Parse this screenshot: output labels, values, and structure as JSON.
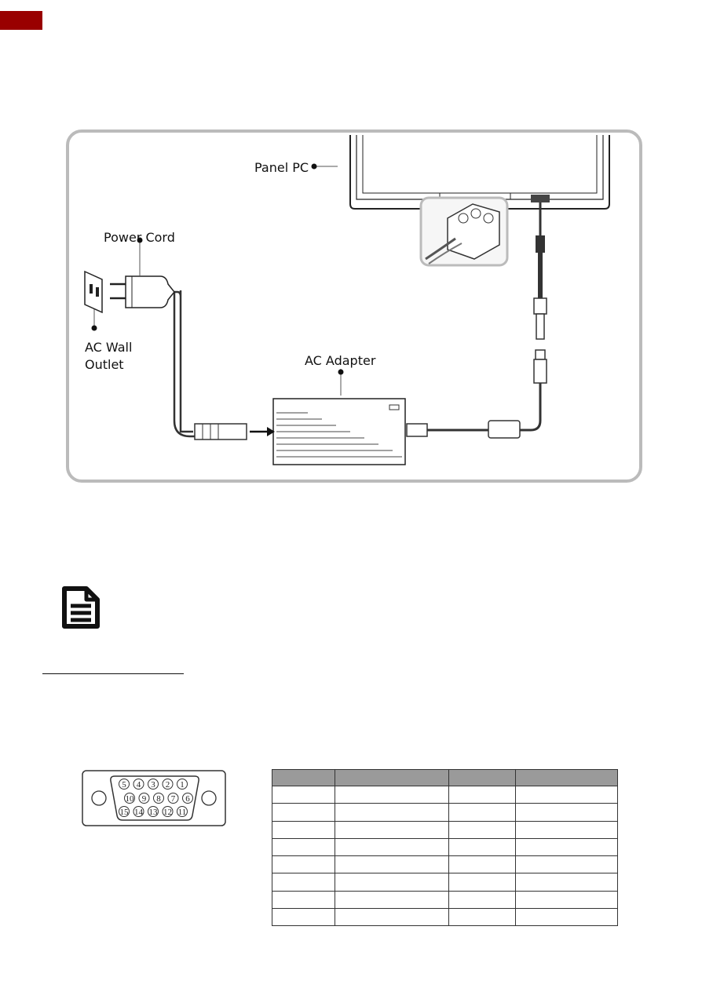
{
  "diagram": {
    "labels": {
      "panel_pc": "Panel PC",
      "power_cord": "Power Cord",
      "ac_wall_outlet_line1": "AC Wall",
      "ac_wall_outlet_line2": "Outlet",
      "ac_adapter": "AC Adapter"
    }
  },
  "vga_connector": {
    "row1": [
      "5",
      "4",
      "3",
      "2",
      "1"
    ],
    "row2": [
      "10",
      "9",
      "8",
      "7",
      "6"
    ],
    "row3": [
      "15",
      "14",
      "13",
      "12",
      "11"
    ]
  },
  "pin_table": {
    "headers": [
      "",
      "",
      "",
      ""
    ],
    "rows": [
      [
        "",
        "",
        "",
        ""
      ],
      [
        "",
        "",
        "",
        ""
      ],
      [
        "",
        "",
        "",
        ""
      ],
      [
        "",
        "",
        "",
        ""
      ],
      [
        "",
        "",
        "",
        ""
      ],
      [
        "",
        "",
        "",
        ""
      ],
      [
        "",
        "",
        "",
        ""
      ],
      [
        "",
        "",
        "",
        ""
      ]
    ]
  },
  "colors": {
    "accent": "#990000",
    "table_header": "#9a9a9a",
    "frame": "#bbbbbb"
  },
  "icons": {
    "note": "note-document-icon"
  }
}
